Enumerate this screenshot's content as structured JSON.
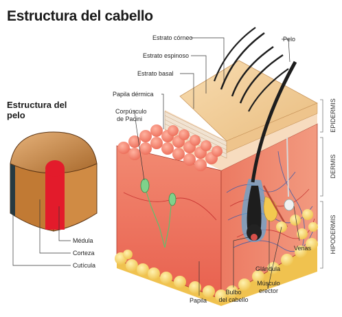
{
  "title": "Estructura del cabello",
  "subtitle": "Estructura del pelo",
  "hair_labels": {
    "medulla": "Médula",
    "cortex": "Corteza",
    "cuticle": "Cutícula"
  },
  "skin_labels": {
    "stratum_corneum": "Estrato córneo",
    "stratum_spinosum": "Estrato espinoso",
    "stratum_basale": "Estrato basal",
    "dermal_papilla": "Papila dérmica",
    "pacini_line1": "Corpúsculo",
    "pacini_line2": "de Pacini",
    "hair": "Pelo",
    "veins": "Venas",
    "gland": "Glándula",
    "muscle_line1": "Músculo",
    "muscle_line2": "erector",
    "bulb_line1": "Bulbo",
    "bulb_line2": "del cabello",
    "papilla": "Papila"
  },
  "layers": {
    "epidermis": "EPIDERMIS",
    "dermis": "DERMIS",
    "hypodermis": "HIPODERMIS"
  },
  "colors": {
    "epidermis_top": "#f3d3a3",
    "dermis": "#ee6e5a",
    "hair": "#1d1d1d",
    "medulla": "#e31b2b",
    "cortex": "#c6843c",
    "fat": "#f7d567",
    "nerve": "#5fc06c"
  }
}
